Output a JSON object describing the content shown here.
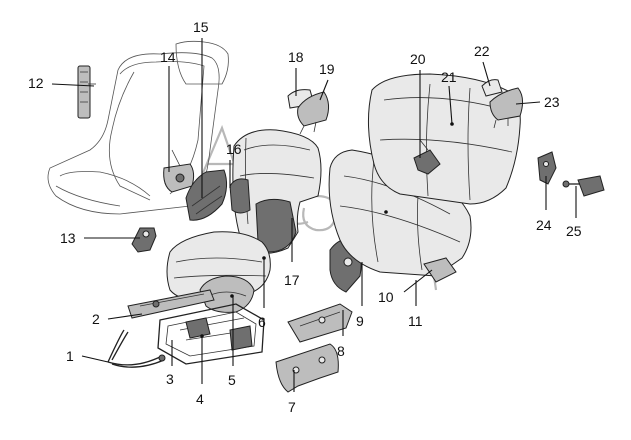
{
  "callouts": [
    {
      "n": "1"
    },
    {
      "n": "2"
    },
    {
      "n": "3"
    },
    {
      "n": "4"
    },
    {
      "n": "5"
    },
    {
      "n": "6"
    },
    {
      "n": "7"
    },
    {
      "n": "8"
    },
    {
      "n": "9"
    },
    {
      "n": "10"
    },
    {
      "n": "11"
    },
    {
      "n": "12"
    },
    {
      "n": "13"
    },
    {
      "n": "14"
    },
    {
      "n": "15"
    },
    {
      "n": "16"
    },
    {
      "n": "17"
    },
    {
      "n": "18"
    },
    {
      "n": "19"
    },
    {
      "n": "20"
    },
    {
      "n": "21"
    },
    {
      "n": "22"
    },
    {
      "n": "23"
    },
    {
      "n": "24"
    },
    {
      "n": "25"
    }
  ],
  "colors": {
    "ink": "#111111",
    "part_shade": "#bdbdbd",
    "part_dark": "#6f6f6f",
    "watermark": "#b8b8b8"
  }
}
